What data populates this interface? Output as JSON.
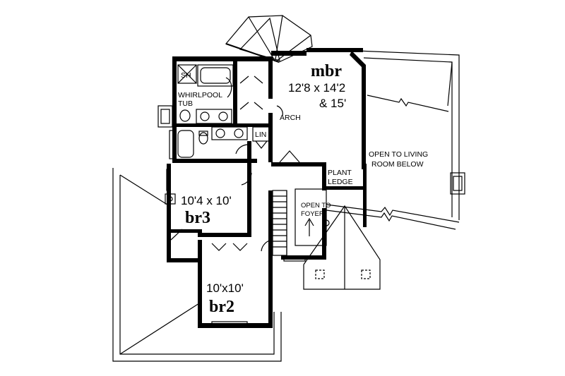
{
  "rooms": {
    "mbr": {
      "name": "mbr",
      "dim_line1": "12'8 x 14'2",
      "dim_line2": "& 15'"
    },
    "br3": {
      "name": "br3",
      "dims": "10'4 x 10'"
    },
    "br2": {
      "name": "br2",
      "dims": "10'x10'"
    }
  },
  "labels": {
    "sh": "SH",
    "whirlpool": "WHIRLPOOL",
    "tub": "TUB",
    "arch": "ARCH",
    "lin": "LIN",
    "open_living_1": "OPEN TO LIVING",
    "open_living_2": "ROOM BELOW",
    "plant_1": "PLANT",
    "plant_2": "LEDGE",
    "open_foyer_1": "OPEN TO",
    "open_foyer_2": "FOYER"
  }
}
